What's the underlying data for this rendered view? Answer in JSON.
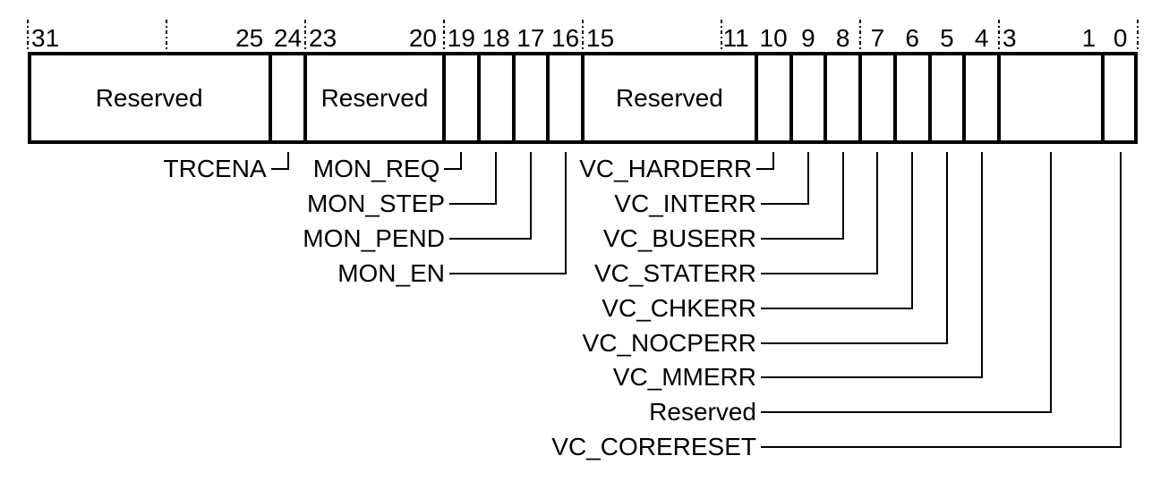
{
  "register": {
    "description": "32-bit register bit-field diagram",
    "colors": {
      "line": "#000000",
      "text": "#000000",
      "background": "#ffffff"
    },
    "fields": [
      {
        "name": "RESERVED_31_25",
        "bits": [
          31,
          25
        ],
        "cell_text": "Reserved",
        "num_left": "31",
        "num_right": "25"
      },
      {
        "name": "TRCENA",
        "bits": [
          24,
          24
        ],
        "num_center": "24",
        "callout": "TRCENA",
        "callout_row": 1
      },
      {
        "name": "RESERVED_23_20",
        "bits": [
          23,
          20
        ],
        "cell_text": "Reserved",
        "num_left": "23",
        "num_right": "20"
      },
      {
        "name": "MON_REQ",
        "bits": [
          19,
          19
        ],
        "num_center": "19",
        "callout": "MON_REQ",
        "callout_row": 1
      },
      {
        "name": "MON_STEP",
        "bits": [
          18,
          18
        ],
        "num_center": "18",
        "callout": "MON_STEP",
        "callout_row": 2
      },
      {
        "name": "MON_PEND",
        "bits": [
          17,
          17
        ],
        "num_center": "17",
        "callout": "MON_PEND",
        "callout_row": 3
      },
      {
        "name": "MON_EN",
        "bits": [
          16,
          16
        ],
        "num_center": "16",
        "callout": "MON_EN",
        "callout_row": 4
      },
      {
        "name": "RESERVED_15_11",
        "bits": [
          15,
          11
        ],
        "cell_text": "Reserved",
        "num_left": "15",
        "num_right": "11"
      },
      {
        "name": "VC_HARDERR",
        "bits": [
          10,
          10
        ],
        "num_center": "10",
        "callout": "VC_HARDERR",
        "callout_row": 1
      },
      {
        "name": "VC_INTERR",
        "bits": [
          9,
          9
        ],
        "num_center": "9",
        "callout": "VC_INTERR",
        "callout_row": 2
      },
      {
        "name": "VC_BUSERR",
        "bits": [
          8,
          8
        ],
        "num_center": "8",
        "callout": "VC_BUSERR",
        "callout_row": 3
      },
      {
        "name": "VC_STATERR",
        "bits": [
          7,
          7
        ],
        "num_center": "7",
        "callout": "VC_STATERR",
        "callout_row": 4
      },
      {
        "name": "VC_CHKERR",
        "bits": [
          6,
          6
        ],
        "num_center": "6",
        "callout": "VC_CHKERR",
        "callout_row": 5
      },
      {
        "name": "VC_NOCPERR",
        "bits": [
          5,
          5
        ],
        "num_center": "5",
        "callout": "VC_NOCPERR",
        "callout_row": 6
      },
      {
        "name": "VC_MMERR",
        "bits": [
          4,
          4
        ],
        "num_center": "4",
        "callout": "VC_MMERR",
        "callout_row": 7
      },
      {
        "name": "RESERVED_3_1",
        "bits": [
          3,
          1
        ],
        "num_left": "3",
        "num_right": "1",
        "callout": "Reserved",
        "callout_row": 8
      },
      {
        "name": "VC_CORERESET",
        "bits": [
          0,
          0
        ],
        "num_center": "0",
        "callout": "VC_CORERESET",
        "callout_row": 9
      }
    ]
  }
}
